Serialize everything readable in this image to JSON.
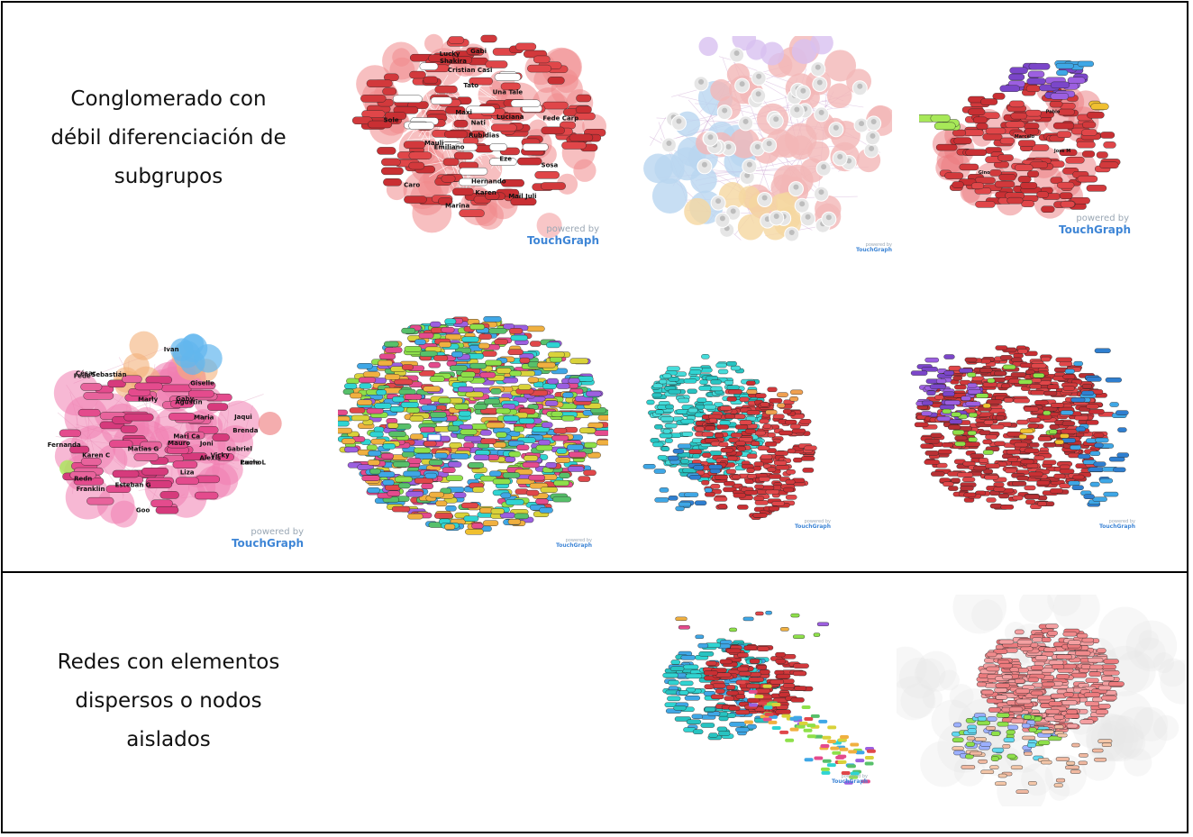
{
  "row1": {
    "label": "Conglomerado con\ndébil diferenciación de\nsubgrupos"
  },
  "row2": {
    "label": "Redes con elementos\ndispersos o nodos\naislados"
  },
  "watermark": {
    "line1": "powered by",
    "line2": "TouchGraph"
  },
  "colors": {
    "red": "#e0474a",
    "pink": "#e44b8d",
    "cyan": "#2fd4d2",
    "purple": "#9c5fe0",
    "blue": "#3fa7e6",
    "green": "#8ee04a",
    "brand": "#3f86d6"
  },
  "node_labels": {
    "g1": [
      "Gabi",
      "Sole",
      "Shakira",
      "Mail Juli",
      "Tato",
      "Emiliano",
      "Una Tale",
      "Caro",
      "Lucky",
      "Sosa",
      "Nati",
      "Cristian Casi",
      "Rubidias",
      "Hernando",
      "Fede Carp",
      "Maxi",
      "Mauli",
      "Luciana",
      "Karen",
      "Marina",
      "Eze"
    ],
    "g4": [
      "Joni",
      "Goo",
      "Brenda",
      "Mari Ca",
      "Liza",
      "Vicky",
      "Marly",
      "Agustin",
      "Giselle",
      "Fernanda",
      "Lucho",
      "Gabriel",
      "Matias G",
      "Pame L",
      "Ivan",
      "Mauro",
      "Alexis",
      "Sebastián",
      "Franklin",
      "Esteban G",
      "Maria",
      "Jaqui",
      "Karen C",
      "Fede",
      "Gaby",
      "César",
      "Redn"
    ],
    "g3": [
      "Pablo",
      "Gino",
      "Jose M",
      "Marcelo"
    ]
  }
}
